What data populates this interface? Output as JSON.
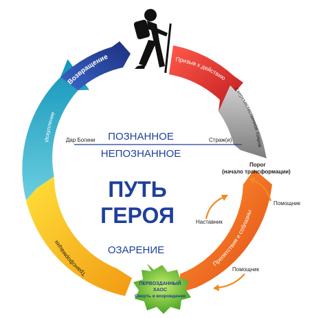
{
  "title_line1": "ПУТЬ",
  "title_line2": "ГЕРОЯ",
  "known": "ПОЗНАННОЕ",
  "unknown": "НЕПОЗНАННОЕ",
  "insight": "ОЗАРЕНИЕ",
  "gift": "Дар Богини",
  "guardian": "Страж(и)",
  "threshold_line1": "Порог",
  "threshold_line2": "(начало трансформации)",
  "chaos_line1": "ПЕРВОЗДАННЫЙ",
  "chaos_line2": "ХАОС",
  "chaos_line3": "Смерть и возрождение",
  "helpers": {
    "mentor": "Наставник",
    "helper_top": "Помощник",
    "helper_bottom": "Помощник"
  },
  "stages": [
    {
      "id": "return",
      "label": "Возвращение",
      "color": "#1f3f9a"
    },
    {
      "id": "call",
      "label": "Призыв к действию",
      "color": "#e0262b"
    },
    {
      "id": "supernatural",
      "label": "Сверхъестественное покровительство",
      "color": "#9c9c9c"
    },
    {
      "id": "trials",
      "label": "Препятствия и соблазны",
      "color": "#f26a1b"
    },
    {
      "id": "transformation",
      "label": "Трансформация",
      "color": "#f5b800"
    },
    {
      "id": "atonement",
      "label": "Искупление",
      "color": "#17a3c4"
    }
  ],
  "colors": {
    "title": "#1f3f9a",
    "chaos": "#6cbb2e",
    "arrow": "#f08a24"
  },
  "hiker_icon": "hiker-icon"
}
